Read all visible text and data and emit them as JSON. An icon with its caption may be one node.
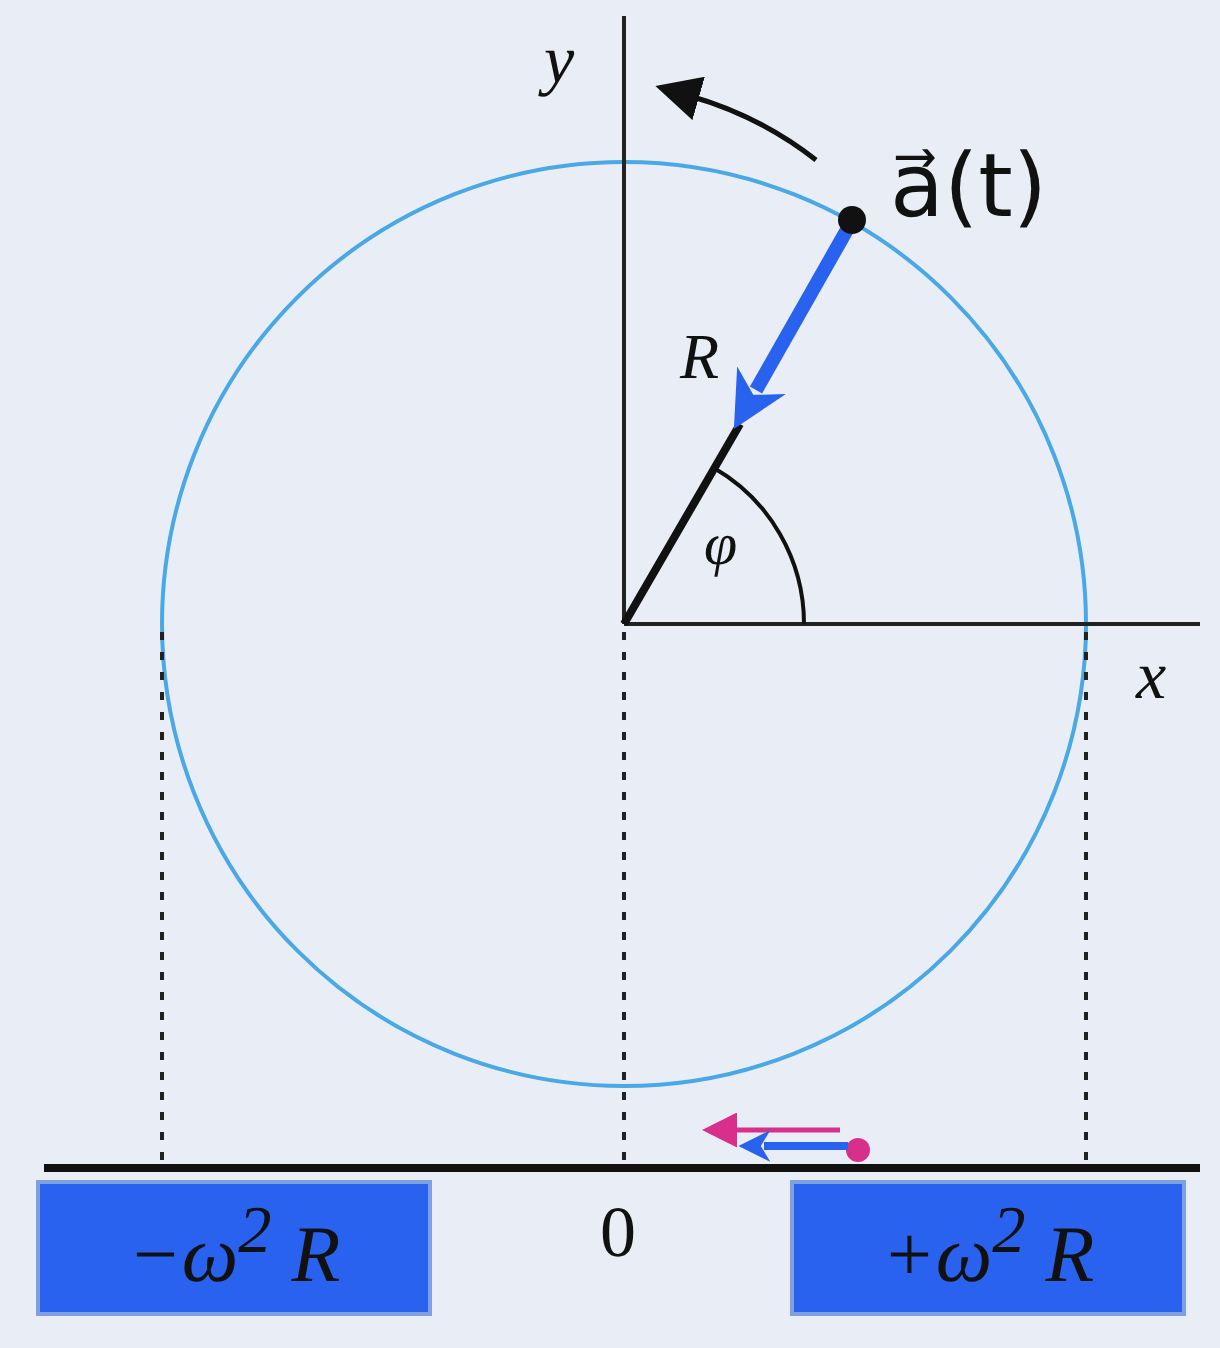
{
  "diagram": {
    "nodes": [
      {
        "text": [
          "−ω$^{2}$ R"
        ]
      },
      {
        "text": [
          "+ω$^{2}$ R"
        ]
      }
    ],
    "labels": [
      "y",
      "a⃗(t)",
      "R",
      "φ",
      "x",
      "0"
    ]
  }
}
